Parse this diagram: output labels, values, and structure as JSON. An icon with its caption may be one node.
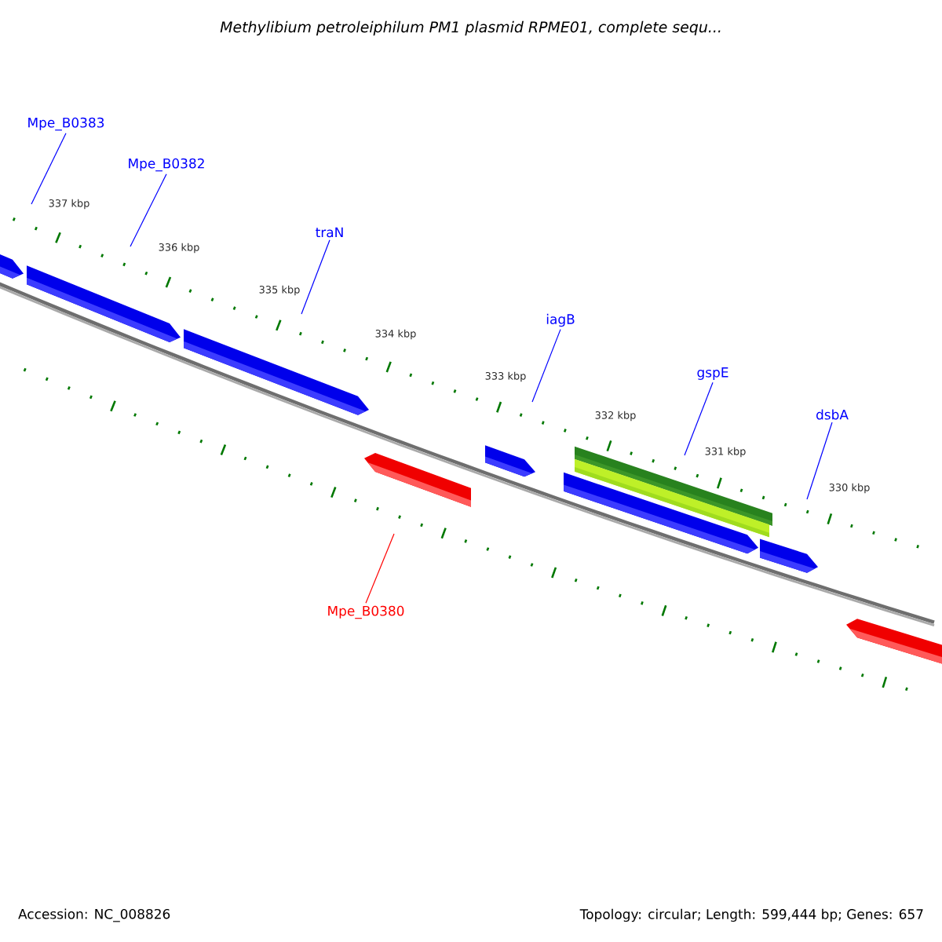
{
  "diagram": {
    "title": "Methylibium petroleiphilum PM1 plasmid RPME01, complete sequ...",
    "nodes": [
      {
        "text": [
          "Mpe_B0383"
        ]
      },
      {
        "text": [
          "Mpe_B0382"
        ]
      },
      {
        "text": [
          "traN"
        ]
      },
      {
        "text": [
          "iagB"
        ]
      },
      {
        "text": [
          "gspE"
        ]
      },
      {
        "text": [
          "dsbA"
        ]
      },
      {
        "text": [
          "Mpe_B0380"
        ]
      }
    ],
    "edges": [
      {
        "from": 0,
        "to": null,
        "arrow": "none"
      },
      {
        "from": 1,
        "to": null,
        "arrow": "none"
      },
      {
        "from": 2,
        "to": null,
        "arrow": "none"
      },
      {
        "from": 3,
        "to": null,
        "arrow": "none"
      },
      {
        "from": 4,
        "to": null,
        "arrow": "none"
      },
      {
        "from": 5,
        "to": null,
        "arrow": "none"
      },
      {
        "from": 6,
        "to": null,
        "arrow": "none",
        "color": "#ff0000"
      }
    ],
    "labels": [
      "337 kbp",
      "336 kbp",
      "335 kbp",
      "334 kbp",
      "333 kbp",
      "332 kbp",
      "331 kbp",
      "330 kbp",
      "Accession: NC_008826",
      "Topology: circular; Length: 599,444 bp; Genes: 657"
    ]
  }
}
